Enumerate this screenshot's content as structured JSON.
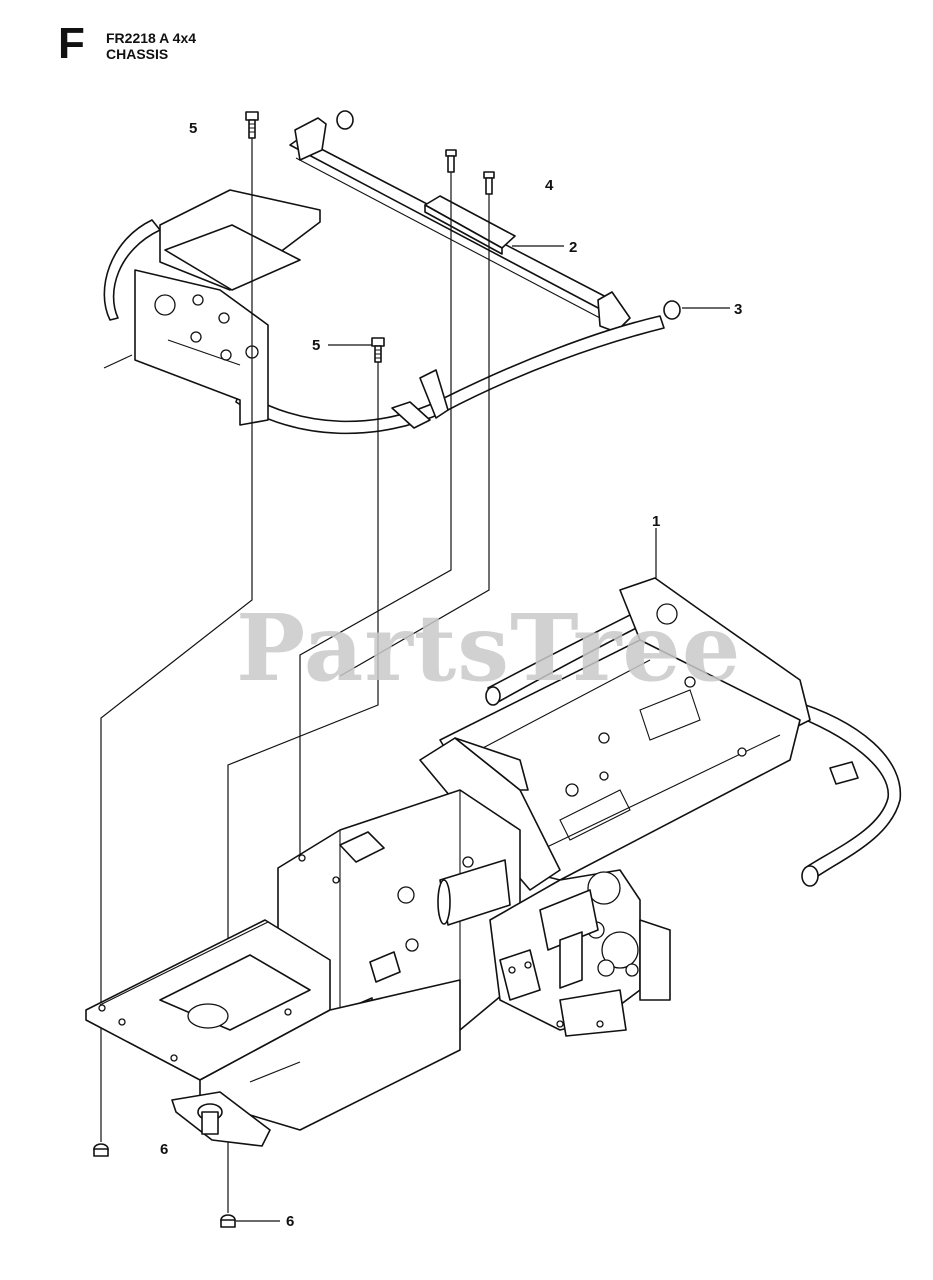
{
  "header": {
    "sheet_letter": "F",
    "model": "FR2218 A 4x4",
    "section": "CHASSIS"
  },
  "watermark": "PartsTree",
  "callouts": {
    "c1": "1",
    "c2": "2",
    "c3": "3",
    "c4": "4",
    "c5a": "5",
    "c5b": "5",
    "c6a": "6",
    "c6b": "6"
  }
}
